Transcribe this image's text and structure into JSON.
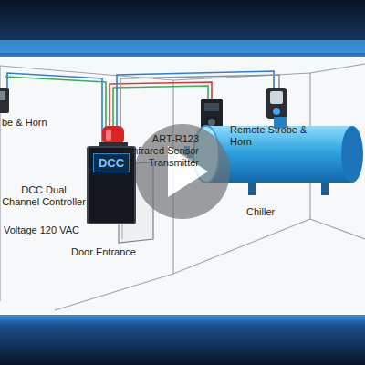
{
  "diagram": {
    "nodes": [
      {
        "text": [
          "DCC"
        ]
      }
    ],
    "labels": [
      "be & Horn",
      "Remote Strobe & Horn",
      "ART-R123 Infrared Sensor Transmitter",
      "DCC Dual Channel Controller",
      "Voltage 120 VAC",
      "Door Entrance",
      "Chiller"
    ]
  }
}
